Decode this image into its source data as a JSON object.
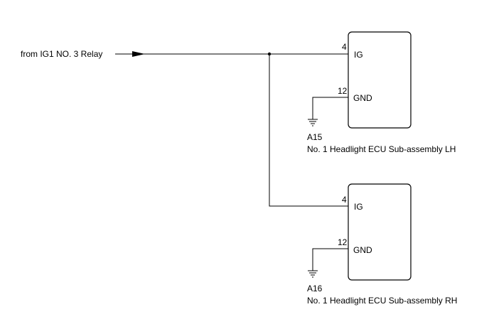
{
  "source_label": "from IG1 NO. 3 Relay",
  "ecus": [
    {
      "code": "A15",
      "name": "No. 1 Headlight ECU Sub-assembly LH",
      "pins": [
        {
          "number": "4",
          "label": "IG"
        },
        {
          "number": "12",
          "label": "GND"
        }
      ]
    },
    {
      "code": "A16",
      "name": "No. 1 Headlight ECU Sub-assembly RH",
      "pins": [
        {
          "number": "4",
          "label": "IG"
        },
        {
          "number": "12",
          "label": "GND"
        }
      ]
    }
  ]
}
